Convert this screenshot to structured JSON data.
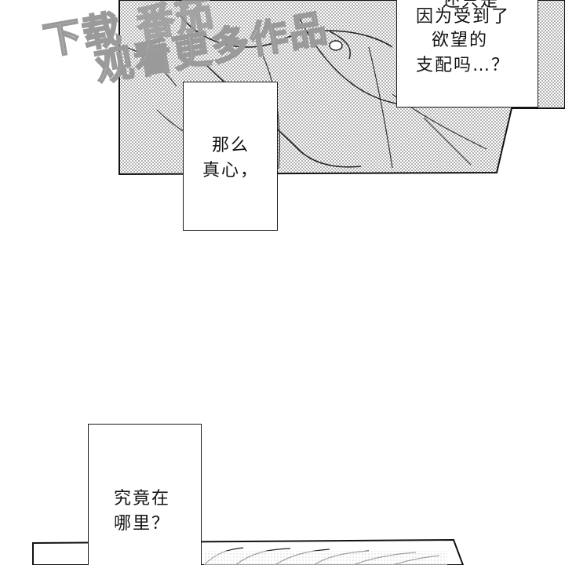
{
  "watermark": {
    "line1": "下载",
    "line1_tail": "番茄",
    "line2": "观看更多作品"
  },
  "bubbles": {
    "top_right": {
      "line1": "还只是",
      "line2": "因为受到了",
      "line3": "欲望的",
      "line4": "支配吗…？"
    },
    "middle": {
      "line1": "那么",
      "line2": "真心，"
    },
    "bottom": {
      "line1": "究竟在",
      "line2": "哪里？"
    }
  },
  "colors": {
    "ink": "#111111",
    "screentone": "#9c9c9c",
    "paper": "#ffffff",
    "watermark_outline": "#9a9a9a"
  }
}
